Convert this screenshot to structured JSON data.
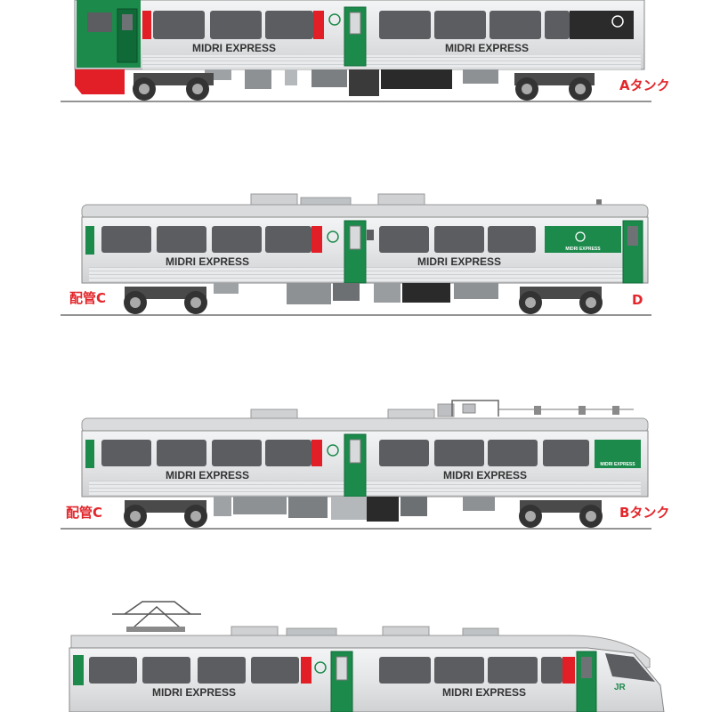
{
  "colors": {
    "body": "#e7e8e9",
    "body_dark": "#b9bcbf",
    "green": "#1c8a4b",
    "green_dark": "#0f6a38",
    "red": "#e21f26",
    "window": "#5b5d60",
    "black_band": "#2b2b2b",
    "label": "#e2262b",
    "rail": "#555555"
  },
  "cars": [
    {
      "id": "car1",
      "body_text": [
        "MIDRI EXPRESS",
        "MIDRI EXPRESS"
      ],
      "label_left": "",
      "label_right": "Aタンク"
    },
    {
      "id": "car2",
      "body_text": [
        "MIDRI EXPRESS",
        "MIDRI EXPRESS"
      ],
      "panel_text": "MIDRI EXPRESS",
      "label_left": "配管C",
      "label_right": "D"
    },
    {
      "id": "car3",
      "body_text": [
        "MIDRI EXPRESS",
        "MIDRI EXPRESS"
      ],
      "panel_text": "MIDRI EXPRESS",
      "label_left": "配管C",
      "label_right": "Bタンク"
    },
    {
      "id": "car4",
      "body_text": [
        "MIDRI EXPRESS",
        "MIDRI EXPRESS"
      ],
      "logo_text": "JR",
      "label_left": "",
      "label_right": ""
    }
  ]
}
